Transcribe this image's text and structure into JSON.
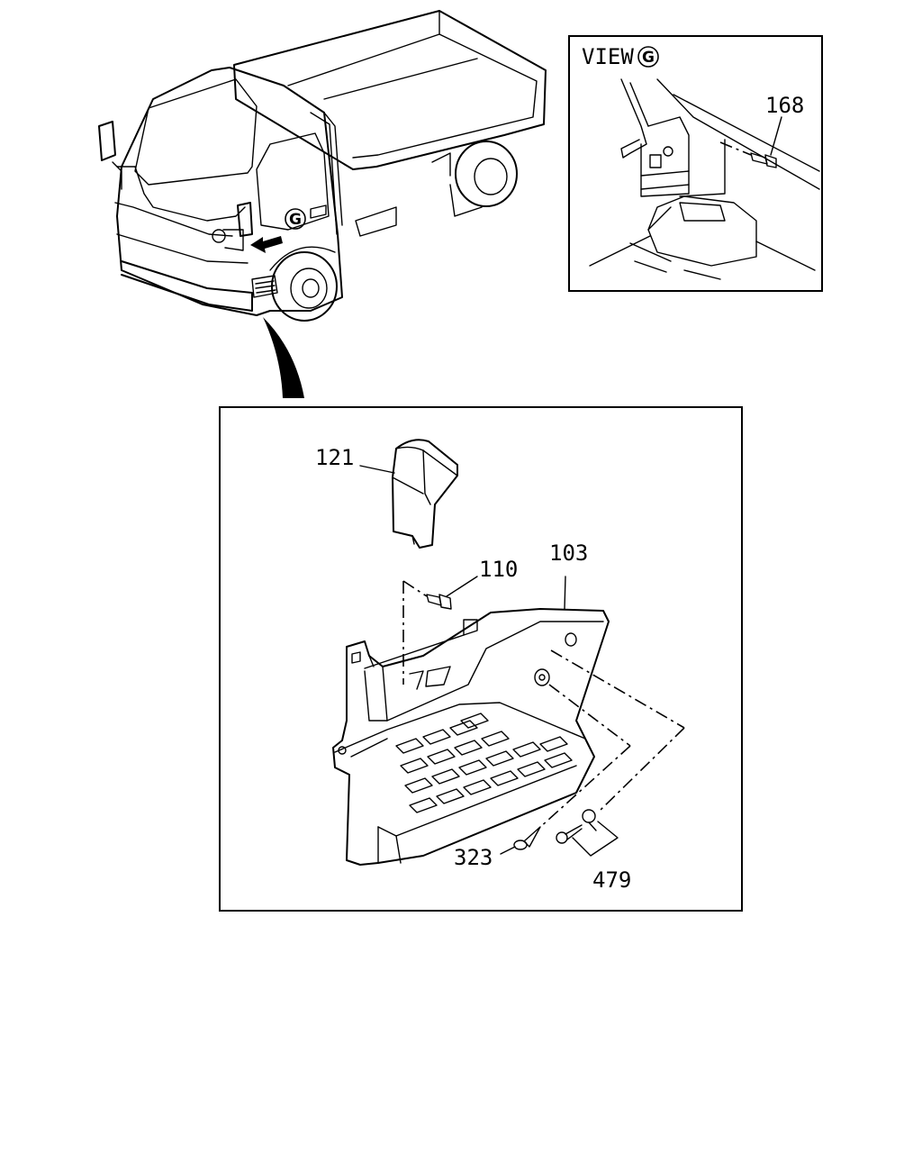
{
  "callouts": {
    "p121": "121",
    "p110": "110",
    "p103": "103",
    "p323": "323",
    "p479": "479",
    "p168": "168"
  },
  "view": {
    "prefix": "VIEW",
    "letter": "G"
  },
  "truck_marker": "G"
}
